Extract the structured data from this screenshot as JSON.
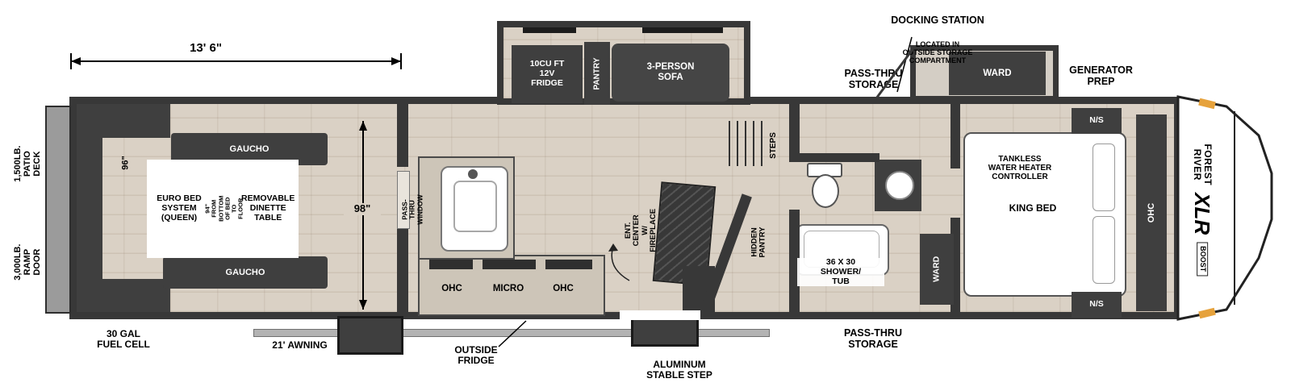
{
  "colors": {
    "wall": "#383838",
    "furniture": "#3f3f3f",
    "floor": "#dad1c5",
    "counter": "#cdc5b8",
    "accent_yellow": "#e6a23c"
  },
  "exterior": {
    "docking_station_title": "DOCKING STATION",
    "docking_station_sub": "LOCATED IN\nOUTSIDE STORAGE\nCOMPARTMENT",
    "pass_thru_storage_top": "PASS-THRU\nSTORAGE",
    "generator_prep": "GENERATOR\nPREP",
    "patio_deck": "1,500LB.\nPATIO DECK",
    "ramp_door": "3,000LB.\nRAMP DOOR",
    "fuel_cell": "30 GAL\nFUEL CELL",
    "awning": "21' AWNING",
    "outside_fridge": "OUTSIDE\nFRIDGE",
    "stable_step": "ALUMINUM\nSTABLE STEP",
    "pass_thru_storage_bottom": "PASS-THRU\nSTORAGE"
  },
  "dimensions": {
    "length": "13' 6\"",
    "garage_width": "96\"",
    "interior_width": "98\""
  },
  "garage": {
    "gaucho_top": "GAUCHO",
    "gaucho_bottom": "GAUCHO",
    "euro_bed": "EURO BED\nSYSTEM\n(QUEEN)",
    "bed_note": "94\" FROM\nBOTTOM OF BED\nTO FLOOR",
    "dinette": "REMOVABLE\nDINETTE\nTABLE"
  },
  "slideout": {
    "fridge": "10CU FT\n12V\nFRIDGE",
    "pantry": "PANTRY",
    "sofa": "3-PERSON\nSOFA"
  },
  "kitchen": {
    "pass_thru_window": "PASS-THRU\nWINDOW",
    "ohc_left": "OHC",
    "micro": "MICRO",
    "ohc_right": "OHC",
    "ent_center": "ENT. CENTER\nW/ FIREPLACE"
  },
  "hall": {
    "steps": "STEPS",
    "hidden_pantry": "HIDDEN\nPANTRY"
  },
  "bath": {
    "shower_tub": "36 X 30\nSHOWER/\nTUB",
    "ward": "WARD"
  },
  "bedroom": {
    "ward_slide": "WARD",
    "tankless": "TANKLESS\nWATER HEATER\nCONTROLLER",
    "king_bed": "KING BED",
    "ns_top": "N/S",
    "ns_bottom": "N/S",
    "ohc": "OHC"
  },
  "brand": {
    "maker": "FOREST RIVER",
    "model": "XLR",
    "sub": "BOOST"
  }
}
